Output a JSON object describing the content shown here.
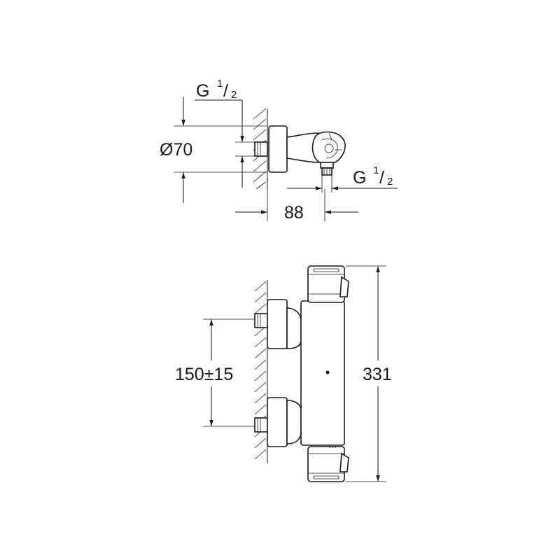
{
  "side_view": {
    "inlet_thread_label": "G",
    "inlet_thread_num": "1",
    "inlet_thread_slash": "/",
    "inlet_thread_den": "2",
    "diameter_label": "Ø70",
    "projection_label": "88",
    "outlet_thread_label": "G",
    "outlet_thread_num": "1",
    "outlet_thread_slash": "/",
    "outlet_thread_den": "2"
  },
  "front_view": {
    "center_distance_label": "150±15",
    "height_label": "331"
  }
}
